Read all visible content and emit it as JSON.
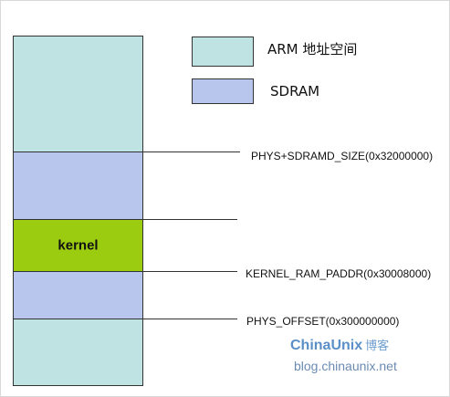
{
  "diagram": {
    "legend": [
      {
        "label": "ARM 地址空间",
        "color": "#bfe3e3"
      },
      {
        "label": "SDRAM",
        "color": "#b8c5ec"
      }
    ],
    "memory_map": {
      "blocks": [
        {
          "kind": "arm",
          "label": ""
        },
        {
          "kind": "sdram",
          "label": ""
        },
        {
          "kind": "kernel",
          "label": "kernel"
        },
        {
          "kind": "sdram",
          "label": ""
        },
        {
          "kind": "arm",
          "label": ""
        }
      ],
      "annotations": [
        {
          "text": "PHYS+SDRAMD_SIZE(0x32000000)"
        },
        {
          "text": ""
        },
        {
          "text": "KERNEL_RAM_PADDR(0x30008000)"
        },
        {
          "text": "PHYS_OFFSET(0x300000000)"
        }
      ]
    },
    "watermark": {
      "brand": "ChinaUnix",
      "brand_sub": "博客",
      "url": "blog.chinaunix.net"
    }
  }
}
